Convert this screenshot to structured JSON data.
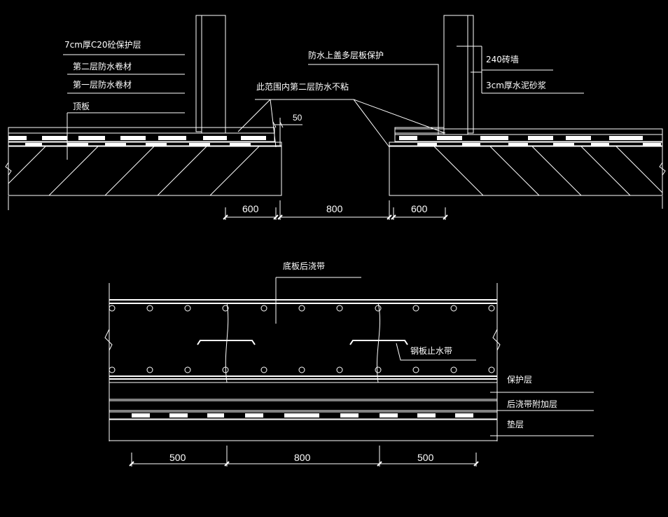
{
  "colors": {
    "background": "#000000",
    "lines": "#ffffff"
  },
  "top_section": {
    "labels": {
      "c20_protect": "7cm厚C20砼保护层",
      "membrane_2": "第二层防水卷材",
      "membrane_1": "第一层防水卷材",
      "roof_slab": "顶板",
      "no_stick_note": "此范围内第二层防水不粘",
      "multi_board": "防水上盖多层板保护",
      "brick_wall": "240砖墙",
      "mortar": "3cm厚水泥砂浆"
    },
    "dims": {
      "gap_small": "50",
      "left": "600",
      "center": "800",
      "right": "600"
    }
  },
  "bottom_section": {
    "labels": {
      "post_pour_band": "底板后浇带",
      "steel_waterstop": "钢板止水带",
      "protect_layer": "保护层",
      "extra_layer": "后浇带附加层",
      "cushion": "垫层"
    },
    "dims": {
      "left": "500",
      "center": "800",
      "right": "500"
    }
  }
}
